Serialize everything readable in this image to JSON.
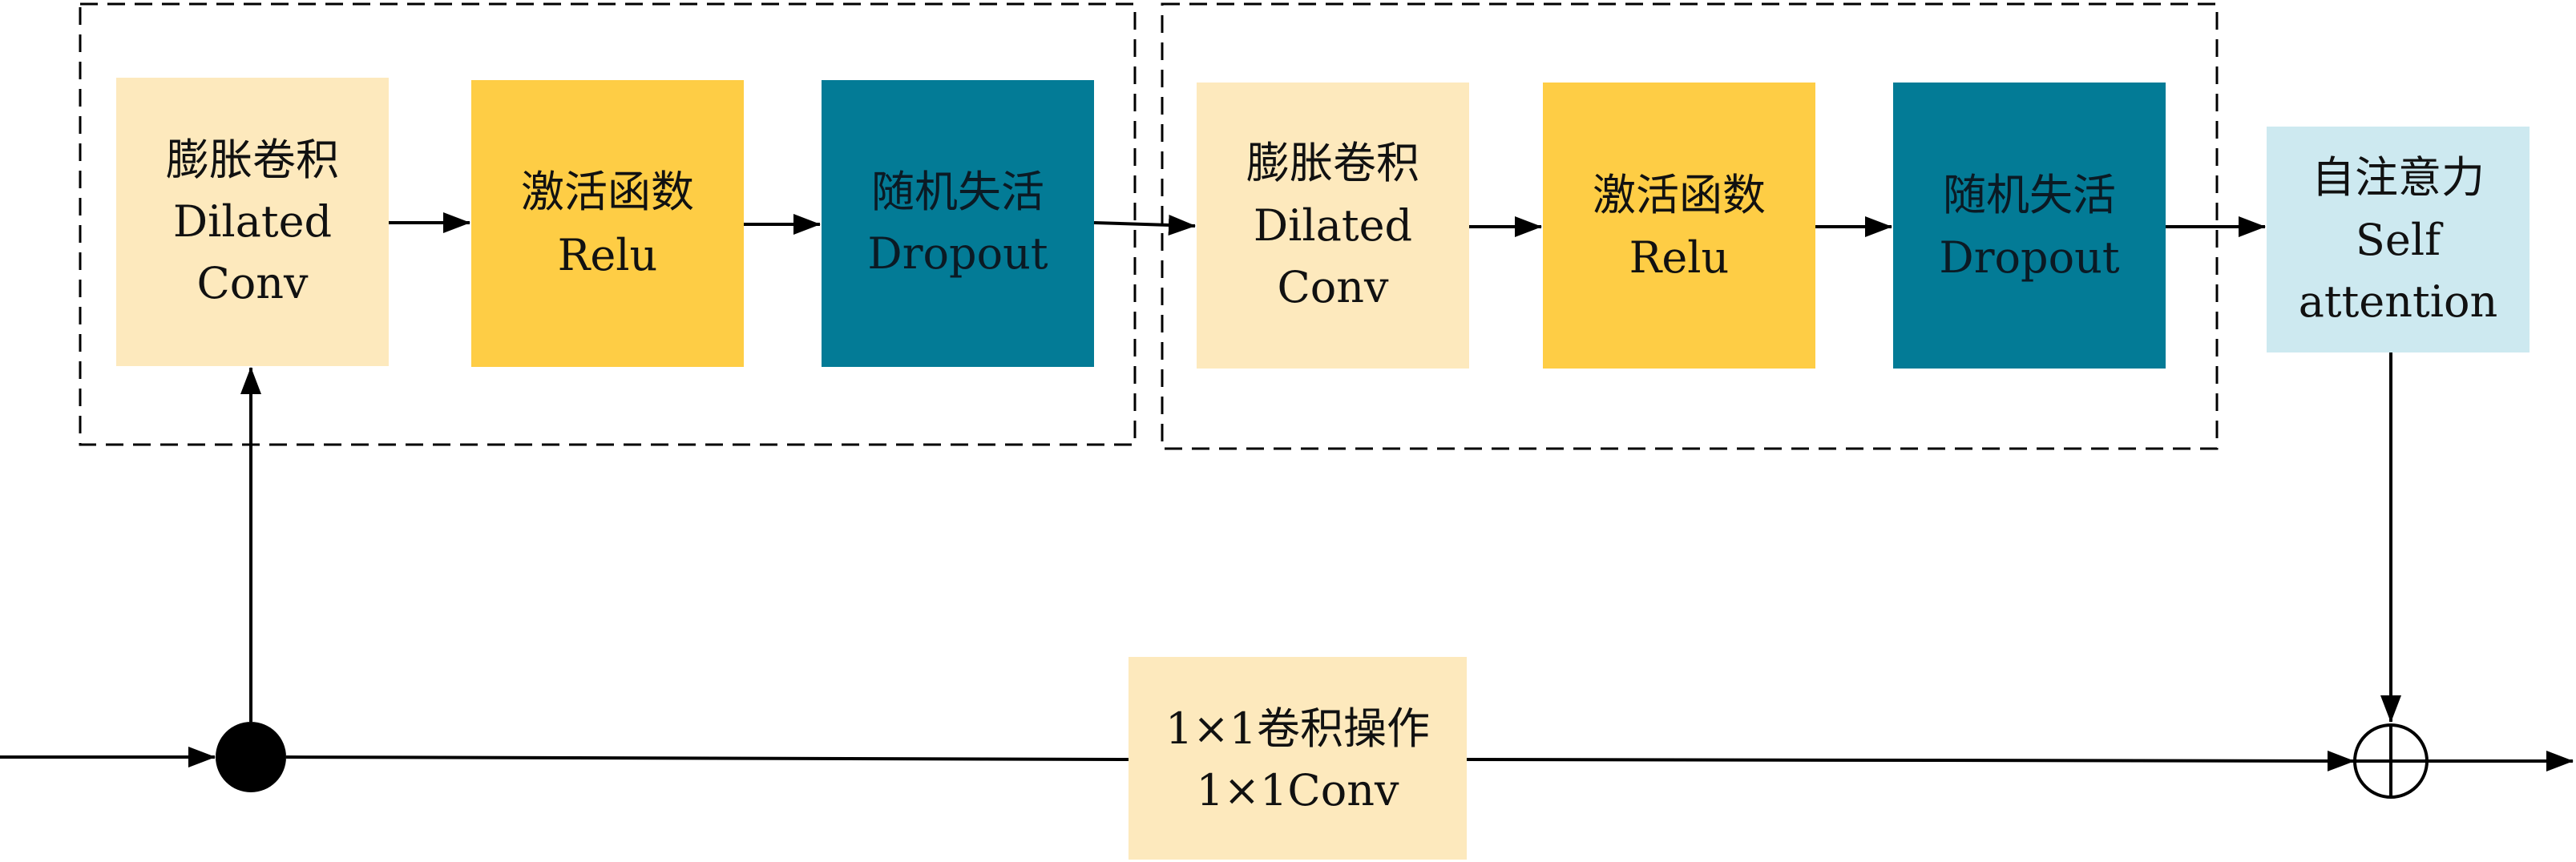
{
  "colors": {
    "light_yellow": "#fde9bd",
    "yellow": "#fecd45",
    "teal": "#037b96",
    "light_blue": "#cde9f0",
    "line": "#000000"
  },
  "block1": {
    "dilated_conv": {
      "zh": "膨胀卷积",
      "en1": "Dilated",
      "en2": "Conv"
    },
    "relu": {
      "zh": "激活函数",
      "en": "Relu"
    },
    "dropout": {
      "zh": "随机失活",
      "en": "Dropout"
    }
  },
  "block2": {
    "dilated_conv": {
      "zh": "膨胀卷积",
      "en1": "Dilated",
      "en2": "Conv"
    },
    "relu": {
      "zh": "激活函数",
      "en": "Relu"
    },
    "dropout": {
      "zh": "随机失活",
      "en": "Dropout"
    }
  },
  "attention": {
    "zh": "自注意力",
    "en1": "Self",
    "en2": "attention"
  },
  "residual": {
    "zh": "1×1卷积操作",
    "en": "1×1Conv"
  }
}
